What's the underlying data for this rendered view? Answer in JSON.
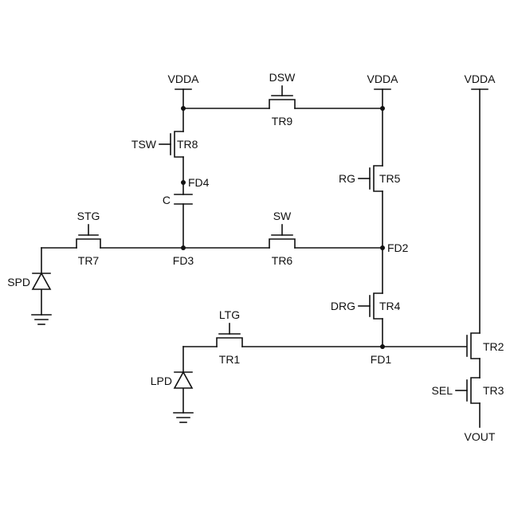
{
  "supplies": {
    "vdda_left": "VDDA",
    "vdda_mid": "VDDA",
    "vdda_right": "VDDA",
    "vout": "VOUT"
  },
  "transistors": {
    "tr1": "TR1",
    "tr2": "TR2",
    "tr3": "TR3",
    "tr4": "TR4",
    "tr5": "TR5",
    "tr6": "TR6",
    "tr7": "TR7",
    "tr8": "TR8",
    "tr9": "TR9"
  },
  "gates": {
    "dsw": "DSW",
    "tsw": "TSW",
    "rg": "RG",
    "stg": "STG",
    "sw": "SW",
    "drg": "DRG",
    "ltg": "LTG",
    "sel": "SEL"
  },
  "nodes": {
    "fd1": "FD1",
    "fd2": "FD2",
    "fd3": "FD3",
    "fd4": "FD4"
  },
  "components": {
    "capacitor": "C",
    "spd": "SPD",
    "lpd": "LPD"
  }
}
